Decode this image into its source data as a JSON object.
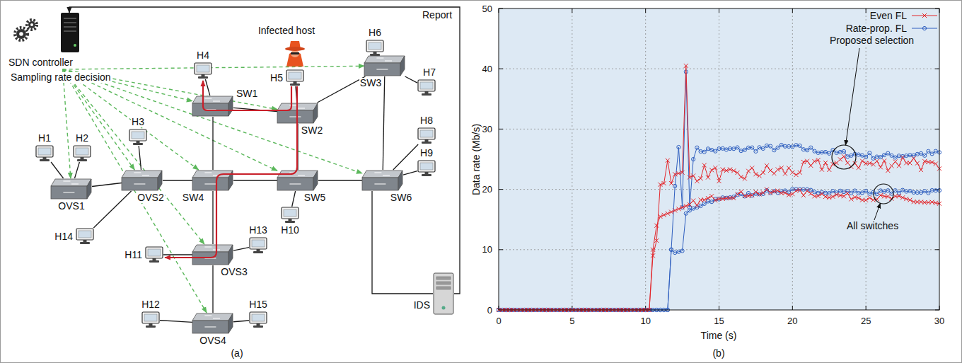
{
  "diagram": {
    "nodes": [
      {
        "text": [
          "SDN controller"
        ]
      },
      {
        "text": [
          "H4"
        ]
      },
      {
        "text": [
          "H5"
        ]
      },
      {
        "text": [
          "H6"
        ]
      },
      {
        "text": [
          "SW1"
        ]
      },
      {
        "text": [
          "SW2"
        ]
      },
      {
        "text": [
          "SW3"
        ]
      },
      {
        "text": [
          "H7"
        ]
      },
      {
        "text": [
          "H1"
        ]
      },
      {
        "text": [
          "H2"
        ]
      },
      {
        "text": [
          "H3"
        ]
      },
      {
        "text": [
          "OVS1"
        ]
      },
      {
        "text": [
          "OVS2"
        ]
      },
      {
        "text": [
          "SW4"
        ]
      },
      {
        "text": [
          "SW5"
        ]
      },
      {
        "text": [
          "SW6"
        ]
      },
      {
        "text": [
          "H8"
        ]
      },
      {
        "text": [
          "H9"
        ]
      },
      {
        "text": [
          "H10"
        ]
      },
      {
        "text": [
          "H14"
        ]
      },
      {
        "text": [
          "H11"
        ]
      },
      {
        "text": [
          "OVS3"
        ]
      },
      {
        "text": [
          "H13"
        ]
      },
      {
        "text": [
          "IDS"
        ]
      },
      {
        "text": [
          "H12"
        ]
      },
      {
        "text": [
          "OVS4"
        ]
      },
      {
        "text": [
          "H15"
        ]
      }
    ],
    "edges": [
      {
        "from": 0,
        "to": 11,
        "arrow": "to"
      },
      {
        "from": 0,
        "to": 12,
        "arrow": "to"
      },
      {
        "from": 0,
        "to": 4,
        "arrow": "to"
      },
      {
        "from": 0,
        "to": 5,
        "arrow": "to"
      },
      {
        "from": 0,
        "to": 6,
        "arrow": "to"
      },
      {
        "from": 0,
        "to": 13,
        "arrow": "to"
      },
      {
        "from": 0,
        "to": 14,
        "arrow": "to"
      },
      {
        "from": 0,
        "to": 15,
        "arrow": "to"
      },
      {
        "from": 0,
        "to": 21,
        "arrow": "to"
      },
      {
        "from": 0,
        "to": 25,
        "arrow": "to"
      },
      {
        "from": 23,
        "to": 0,
        "label": "Report",
        "arrow": "to"
      },
      {
        "from": 11,
        "to": 8,
        "arrow": "none"
      },
      {
        "from": 11,
        "to": 9,
        "arrow": "none"
      },
      {
        "from": 11,
        "to": 12,
        "arrow": "none"
      },
      {
        "from": 12,
        "to": 10,
        "arrow": "none"
      },
      {
        "from": 12,
        "to": 19,
        "arrow": "none"
      },
      {
        "from": 12,
        "to": 13,
        "arrow": "none"
      },
      {
        "from": 4,
        "to": 1,
        "arrow": "none"
      },
      {
        "from": 4,
        "to": 5,
        "arrow": "none"
      },
      {
        "from": 4,
        "to": 13,
        "arrow": "none"
      },
      {
        "from": 5,
        "to": 2,
        "arrow": "none"
      },
      {
        "from": 5,
        "to": 6,
        "arrow": "none"
      },
      {
        "from": 5,
        "to": 14,
        "arrow": "none"
      },
      {
        "from": 6,
        "to": 3,
        "arrow": "none"
      },
      {
        "from": 6,
        "to": 7,
        "arrow": "none"
      },
      {
        "from": 6,
        "to": 15,
        "arrow": "none"
      },
      {
        "from": 13,
        "to": 14,
        "arrow": "none"
      },
      {
        "from": 13,
        "to": 21,
        "arrow": "none"
      },
      {
        "from": 14,
        "to": 18,
        "arrow": "none"
      },
      {
        "from": 14,
        "to": 15,
        "arrow": "none"
      },
      {
        "from": 15,
        "to": 16,
        "arrow": "none"
      },
      {
        "from": 15,
        "to": 17,
        "arrow": "none"
      },
      {
        "from": 15,
        "to": 23,
        "arrow": "none"
      },
      {
        "from": 21,
        "to": 20,
        "arrow": "none"
      },
      {
        "from": 21,
        "to": 22,
        "arrow": "none"
      },
      {
        "from": 21,
        "to": 25,
        "arrow": "none"
      },
      {
        "from": 25,
        "to": 24,
        "arrow": "none"
      },
      {
        "from": 25,
        "to": 26,
        "arrow": "none"
      }
    ],
    "labels": [
      "Infected host",
      "Sampling rate decision",
      "(a)",
      "(b)",
      "Data rate (Mb/s)",
      "Time (s)",
      "Proposed selection",
      "All switches",
      "0",
      "10",
      "20",
      "30",
      "40",
      "50",
      "0",
      "5",
      "10",
      "15",
      "20",
      "25",
      "30"
    ],
    "legend": [
      {
        "text": "Even FL"
      },
      {
        "text": "Rate-prop. FL"
      }
    ]
  }
}
